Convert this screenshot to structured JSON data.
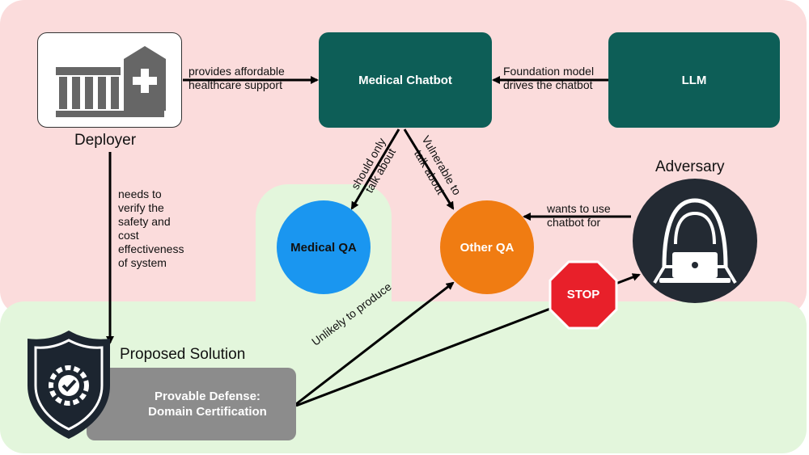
{
  "nodes": {
    "deployer": "Deployer",
    "medical_chatbot": "Medical Chatbot",
    "llm": "LLM",
    "adversary": "Adversary",
    "medical_qa": "Medical QA",
    "other_qa": "Other QA",
    "proposed_solution": "Proposed Solution",
    "defense_line1": "Provable Defense:",
    "defense_line2": "Domain Certification",
    "stop": "STOP"
  },
  "edges": {
    "deployer_to_chatbot_1": "provides affordable",
    "deployer_to_chatbot_2": "healthcare support",
    "llm_to_chatbot_1": "Foundation model",
    "llm_to_chatbot_2": "drives the chatbot",
    "verify_1": "needs to",
    "verify_2": "verify the",
    "verify_3": "safety and",
    "verify_4": "cost",
    "verify_5": "effectiveness",
    "verify_6": "of system",
    "should_only_1": "should only",
    "should_only_2": "talk about",
    "vulnerable_1": "Vulnerable to",
    "vulnerable_2": "talk about",
    "adversary_1": "wants to use",
    "adversary_2": "chatbot for",
    "unlikely": "Unlikely to produce"
  },
  "colors": {
    "teal": "#0d5e57",
    "medical_qa": "#1a96f0",
    "other_qa": "#f07c12",
    "stop": "#e8202a",
    "region_red": "#fbdcdc",
    "region_green": "#e3f6dc",
    "defense_gray": "#8c8c8c"
  },
  "icons": [
    "hospital-icon",
    "shield-gear-icon",
    "hacker-icon",
    "stop-sign-icon"
  ]
}
